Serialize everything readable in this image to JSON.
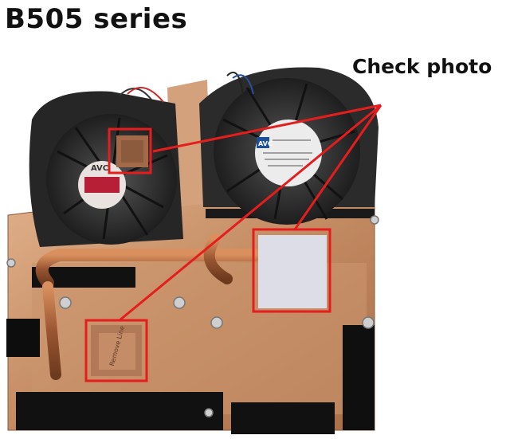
{
  "title": "B505 series",
  "callout": "Check photo",
  "left_fan_label": "AVC",
  "right_fan_label": "AVC",
  "pad_label": "Remove Line",
  "colors": {
    "annotation": "#e51d1d",
    "copper": "#c8926a",
    "fan": "#2e2e2e",
    "foam": "#111111"
  }
}
